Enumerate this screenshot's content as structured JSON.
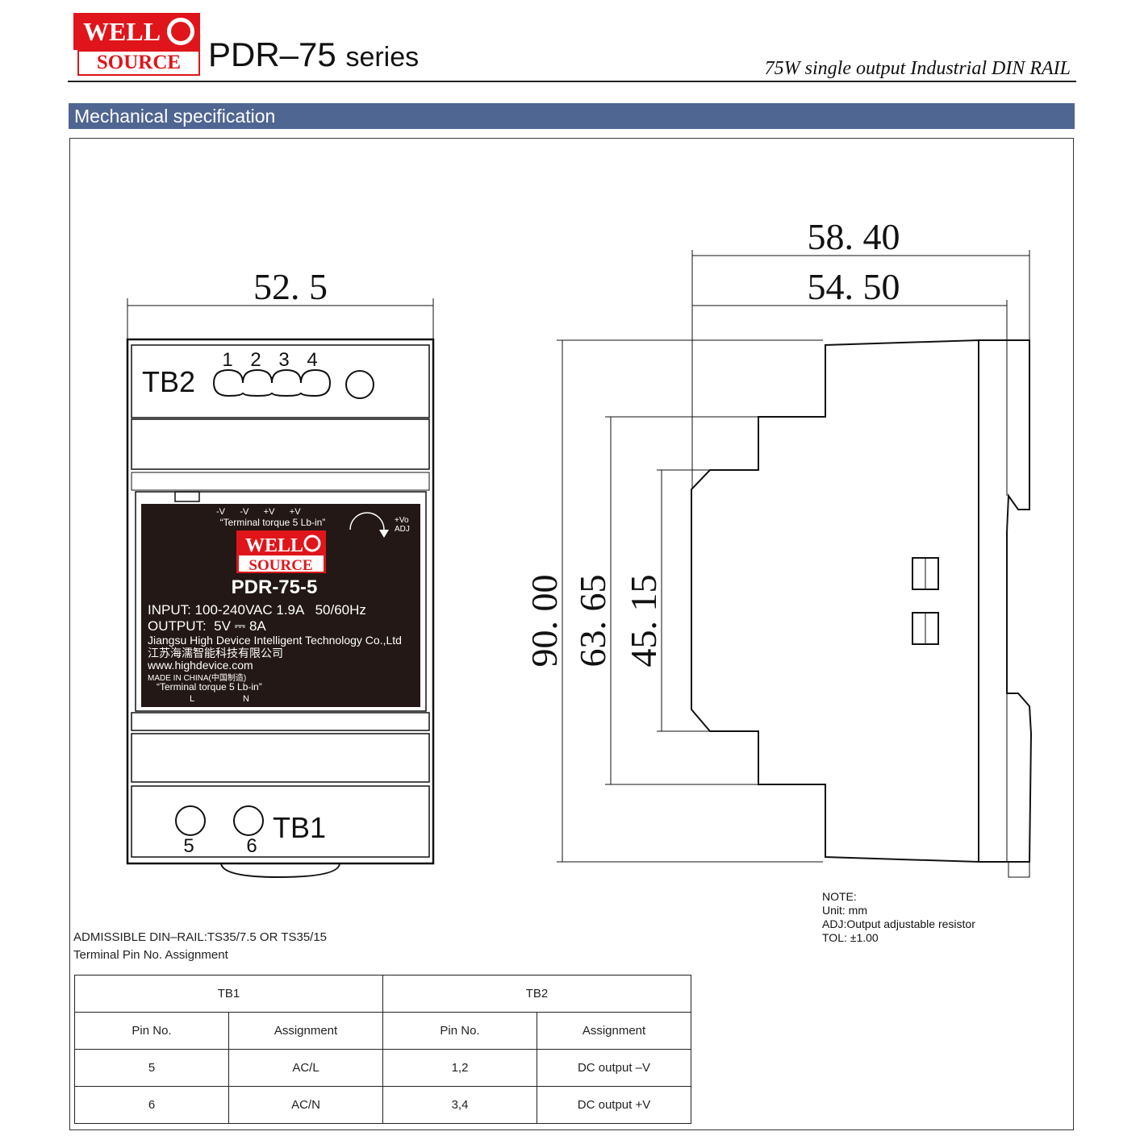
{
  "header": {
    "logo_top": "WELL",
    "logo_bottom": "SOURCE",
    "title": "PDR–75",
    "title_suffix": "series",
    "subtitle": "75W single output Industrial DIN RAIL"
  },
  "section": {
    "title": "Mechanical specification"
  },
  "front": {
    "width_dim": "52. 5",
    "tb2": "TB2",
    "tb2_pins": [
      "1",
      "2",
      "3",
      "4"
    ],
    "tb1": "TB1",
    "tb1_pins": [
      "5",
      "6"
    ]
  },
  "label": {
    "terminals_top": "-V      -V      +V      +V",
    "torque": "“Terminal torque 5 Lb-in”",
    "adj_1": "+Vo",
    "adj_2": "ADJ",
    "logo_top": "WELL",
    "logo_bottom": "SOURCE",
    "model": "PDR-75-5",
    "input": "INPUT: 100-240VAC 1.9A   50/60Hz",
    "output": "OUTPUT:  5V ⎓ 8A",
    "company": "Jiangsu High Device Intelligent Technology Co.,Ltd",
    "company_cn": "江苏海濡智能科技有限公司",
    "website": "www.highdevice.com",
    "made_in": "MADE IN CHINA(中国制造)",
    "torque_bottom": "“Terminal torque 5 Lb-in”",
    "l": "L",
    "n": "N"
  },
  "side": {
    "dim_total_width": "58. 40",
    "dim_body_width": "54. 50",
    "dim_height": "90. 00",
    "dim_mid": "63. 65",
    "dim_inner": "45. 15"
  },
  "notes": {
    "din_rail": "ADMISSIBLE DIN–RAIL:TS35/7.5 OR TS35/15",
    "pin_title": "Terminal Pin No. Assignment",
    "note": "NOTE:",
    "unit": "Unit: mm",
    "adj": "ADJ:Output adjustable resistor",
    "tol": "TOL: ±1.00"
  },
  "table": {
    "groups": [
      "TB1",
      "TB2"
    ],
    "headers": [
      "Pin No.",
      "Assignment",
      "Pin No.",
      "Assignment"
    ],
    "rows": [
      [
        "5",
        "AC/L",
        "1,2",
        "DC output –V"
      ],
      [
        "6",
        "AC/N",
        "3,4",
        "DC output +V"
      ]
    ]
  },
  "colors": {
    "brand_red": "#e0151b",
    "section_bar": "#4f6592",
    "label_bg": "#231815"
  }
}
